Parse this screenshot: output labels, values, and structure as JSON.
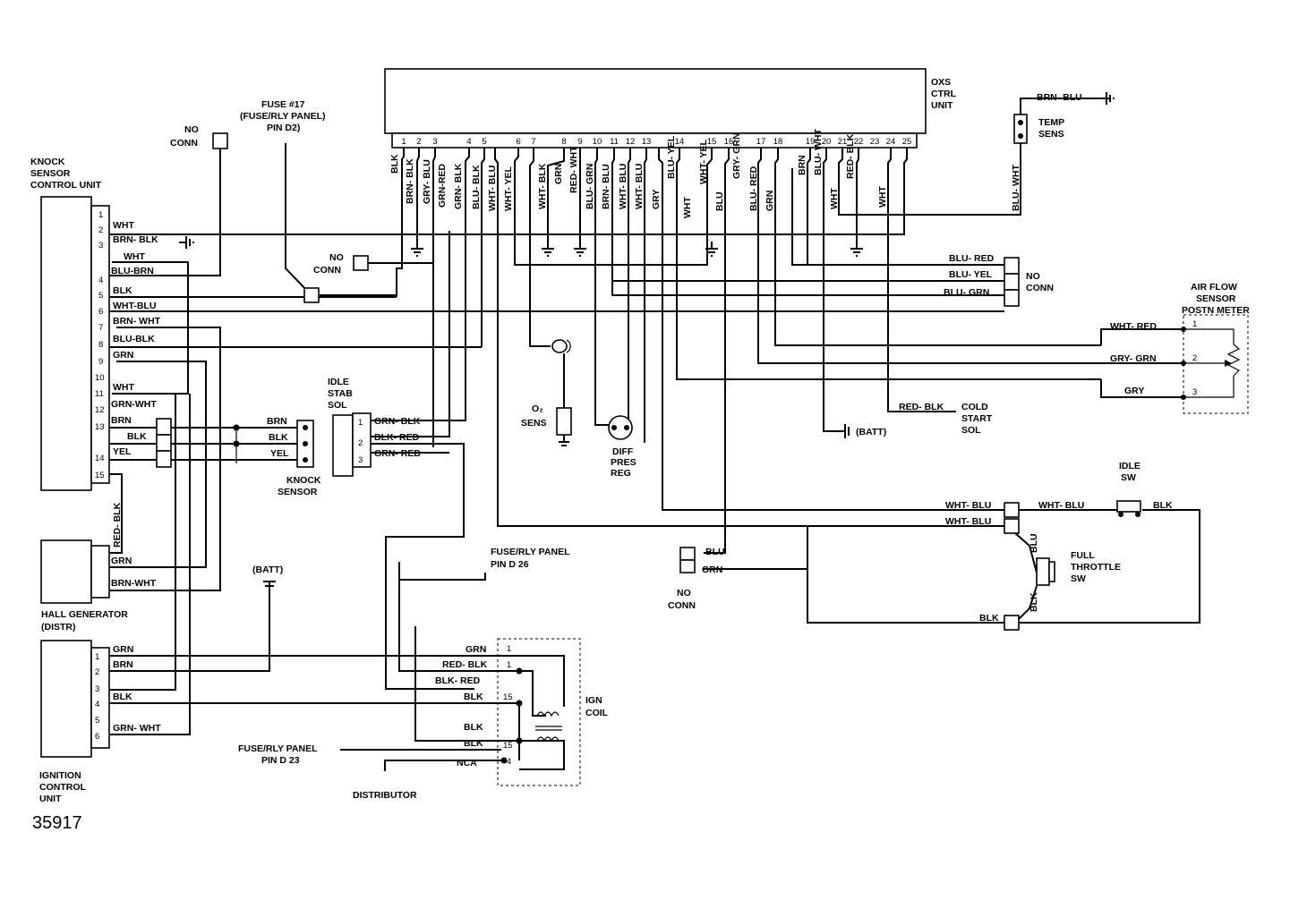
{
  "diagram_id": "35917",
  "components": {
    "oxs_ctrl_unit": [
      "OXS",
      "CTRL",
      "UNIT"
    ],
    "knock_sensor_control_unit": [
      "KNOCK",
      "SENSOR",
      "CONTROL UNIT"
    ],
    "hall_generator": [
      "HALL GENERATOR",
      "(DISTR)"
    ],
    "ignition_control_unit": [
      "IGNITION",
      "CONTROL",
      "UNIT"
    ],
    "fuse_17": [
      "FUSE #17",
      "(FUSE/RLY PANEL)",
      "PIN D2)"
    ],
    "no_conn_top": [
      "NO",
      "CONN"
    ],
    "no_conn_mid": [
      "NO",
      "CONN"
    ],
    "no_conn_right": [
      "NO",
      "CONN"
    ],
    "no_conn_bottom": [
      "NO",
      "CONN"
    ],
    "temp_sens": [
      "TEMP",
      "SENS"
    ],
    "air_flow_sensor": [
      "AIR FLOW",
      "SENSOR",
      "POSTN METER"
    ],
    "cold_start_sol": [
      "COLD",
      "START",
      "SOL"
    ],
    "batt_right": "(BATT)",
    "batt_bottom": "(BATT)",
    "o2_sens": [
      "O₂",
      "SENS"
    ],
    "diff_pres_reg": [
      "DIFF",
      "PRES",
      "REG"
    ],
    "idle_stab_sol": [
      "IDLE",
      "STAB",
      "SOL"
    ],
    "knock_sensor": [
      "KNOCK",
      "SENSOR"
    ],
    "idle_sw": [
      "IDLE",
      "SW"
    ],
    "full_throttle_sw": [
      "FULL",
      "THROTTLE",
      "SW"
    ],
    "fuse_rly_d26": [
      "FUSE/RLY PANEL",
      "PIN D 26"
    ],
    "fuse_rly_d23": [
      "FUSE/RLY PANEL",
      "PIN D 23"
    ],
    "ign_coil": [
      "IGN",
      "COIL"
    ],
    "distributor": "DISTRIBUTOR"
  },
  "ecu_pins": [
    "1",
    "2",
    "3",
    "4",
    "5",
    "6",
    "7",
    "8",
    "9",
    "10",
    "11",
    "12",
    "13",
    "14",
    "15",
    "16",
    "17",
    "18",
    "19",
    "20",
    "21",
    "22",
    "23",
    "24",
    "25"
  ],
  "ecu_wires": [
    "BLK",
    "BRN- BLK",
    "GRY- BLU",
    "GRN-RED",
    "GRN- BLK",
    "BLU- BLK",
    "WHT- BLU",
    "WHT- YEL",
    "WHT- BLK",
    "GRN",
    "RED- WHT",
    "BLU- GRN",
    "BRN- BLU",
    "WHT- BLU",
    "WHT- BLU",
    "GRY",
    "BLU- YEL",
    "WHT",
    "WHT- YEL",
    "BLU",
    "GRY- GRN",
    "BLU- RED",
    "GRN",
    "BRN",
    "BLU- WHT",
    "WHT",
    "RED- BLK",
    "WHT"
  ],
  "knock_unit_pins": [
    "1",
    "2",
    "3",
    "4",
    "5",
    "6",
    "7",
    "8",
    "9",
    "10",
    "11",
    "12",
    "13",
    "14",
    "15"
  ],
  "knock_unit_wires": [
    "WHT",
    "BRN- BLK",
    "WHT",
    "BLU-BRN",
    "BLK",
    "WHT-BLU",
    "BRN- WHT",
    "BLU-BLK",
    "GRN",
    "WHT",
    "GRN-WHT",
    "BRN",
    "BLK",
    "YEL"
  ],
  "knock_sensor_wires": [
    "BRN",
    "BLK",
    "YEL"
  ],
  "hall_wires": [
    "RED- BLK",
    "GRN",
    "BRN-WHT"
  ],
  "ignition_unit_pins": [
    "1",
    "2",
    "3",
    "4",
    "5",
    "6"
  ],
  "ignition_unit_wires": [
    "GRN",
    "BRN",
    "BLK",
    "GRN- WHT"
  ],
  "idle_stab_pins": [
    "1",
    "2",
    "3"
  ],
  "idle_stab_wires": [
    "GRN- BLK",
    "BLK- RED",
    "GRN- RED"
  ],
  "no_conn_right_wires": [
    "BLU- RED",
    "BLU- YEL",
    "BLU- GRN"
  ],
  "air_flow_pins": [
    "1",
    "2",
    "3"
  ],
  "air_flow_wires": [
    "WHT- RED",
    "GRY- GRN",
    "GRY"
  ],
  "temp_wires": [
    "BRN- BLU",
    "BLU- WHT"
  ],
  "cold_start_wire": "RED- BLK",
  "bottom_no_conn_wires": [
    "BLU",
    "GRN"
  ],
  "switch_wires": [
    "WHT- BLU",
    "WHT- BLU",
    "WHT- BLU",
    "BLK",
    "BLU",
    "BLK",
    "BLK"
  ],
  "coil_pins": [
    "1",
    "1",
    "15",
    "15",
    "4"
  ],
  "coil_wires": [
    "GRN",
    "RED- BLK",
    "BLK- RED",
    "BLK",
    "BLK",
    "BLK",
    "NCA"
  ]
}
